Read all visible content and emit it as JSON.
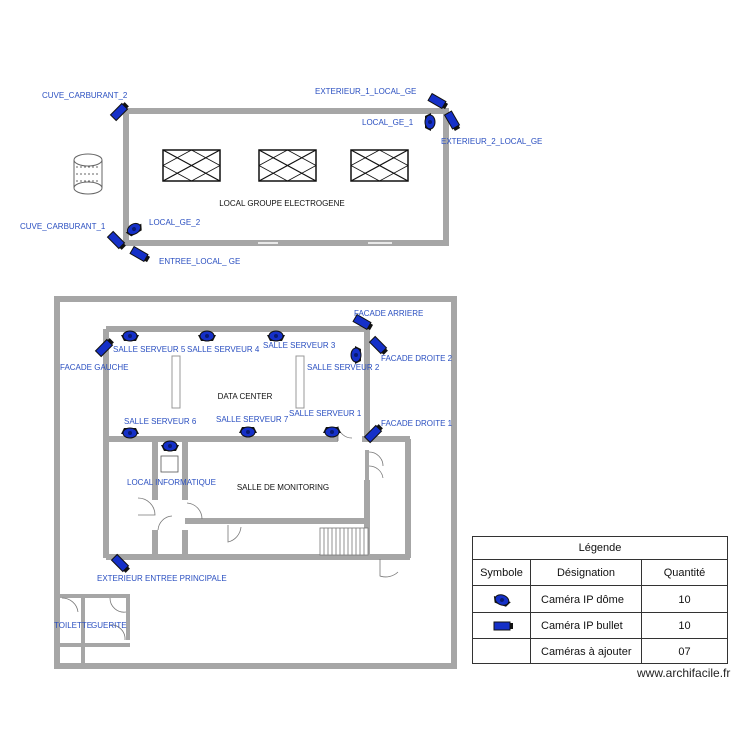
{
  "plan": {
    "rooms": {
      "local_ge": "LOCAL GROUPE ELECTROGENE",
      "data_center": "DATA CENTER",
      "salle_monitoring": "SALLE DE MONITORING",
      "local_informatique": "LOCAL INFORMATIQUE",
      "toilette": "TOILETTE",
      "guerite": "GUERITE"
    },
    "cameras": {
      "cuve_carburant_2": "CUVE_CARBURANT_2",
      "exterieur_1_local_ge": "EXTERIEUR_1_LOCAL_GE",
      "local_ge_1": "LOCAL_GE_1",
      "exterieur_2_local_ge": "EXTERIEUR_2_LOCAL_GE",
      "local_ge_2": "LOCAL_GE_2",
      "cuve_carburant_1": "CUVE_CARBURANT_1",
      "entree_local_ge": "ENTREE_LOCAL_ GE",
      "facade_arriere": "FACADE ARRIERE",
      "facade_droite_2": "FACADE DROITE 2",
      "facade_gauche": "FACADE GAUCHE",
      "facade_droite_1": "FACADE DROITE 1",
      "salle_serveur_1": "SALLE SERVEUR 1",
      "salle_serveur_2": "SALLE SERVEUR 2",
      "salle_serveur_3": "SALLE SERVEUR 3",
      "salle_serveur_4": "SALLE SERVEUR 4",
      "salle_serveur_5": "SALLE SERVEUR 5",
      "salle_serveur_6": "SALLE SERVEUR 6",
      "salle_serveur_7": "SALLE SERVEUR 7",
      "exterieur_entree_principale": "EXTERIEUR ENTREE PRINCIPALE"
    }
  },
  "legend": {
    "title": "Légende",
    "headers": {
      "symbol": "Symbole",
      "designation": "Désignation",
      "quantity": "Quantité"
    },
    "rows": [
      {
        "designation": "Caméra IP dôme",
        "quantity": "10",
        "icon": "dome-camera-icon"
      },
      {
        "designation": "Caméra IP bullet",
        "quantity": "10",
        "icon": "bullet-camera-icon"
      },
      {
        "designation": "Caméras à ajouter",
        "quantity": "07"
      }
    ]
  },
  "watermark": "www.archifacile.fr",
  "colors": {
    "wall": "#a6a6a6",
    "camera": "#1530c8",
    "label": "#2a4fc0"
  }
}
